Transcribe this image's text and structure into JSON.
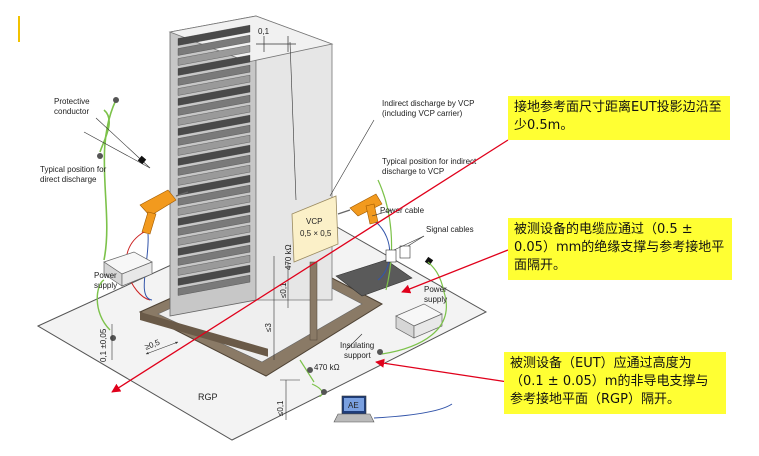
{
  "labels": {
    "protective_conductor_1": "Protective",
    "protective_conductor_2": "conductor",
    "direct_discharge_1": "Typical position for",
    "direct_discharge_2": "direct discharge",
    "indirect_vcp_1": "Indirect discharge by VCP",
    "indirect_vcp_2": "(including VCP carrier)",
    "indirect_pos_1": "Typical position for indirect",
    "indirect_pos_2": "discharge to VCP",
    "power_cable": "Power cable",
    "signal_cables": "Signal cables",
    "power_supply_left_1": "Power",
    "power_supply_left_2": "supply",
    "power_supply_right_1": "Power",
    "power_supply_right_2": "supply",
    "vcp_1": "VCP",
    "vcp_2": "0,5 × 0,5",
    "insulating_1": "Insulating",
    "insulating_2": "support",
    "resistor_470_vertical": "470 kΩ",
    "resistor_470": "470 kΩ",
    "rgp": "RGP",
    "ae": "AE"
  },
  "dimensions": {
    "d_top": "0,1",
    "d_vcp": "≤0,1",
    "d_height": "≤3",
    "d_left": "0,1 ±0,05",
    "d_min": "≥0,5",
    "d_bottom": "≤0,1"
  },
  "notes": {
    "note1": "接地参考面尺寸距离EUT投影边沿至少0.5m。",
    "note2": "被测设备的电缆应通过（0.5 ± 0.05）mm的绝缘支撑与参考接地平面隔开。",
    "note3": "被测设备（EUT）应通过高度为（0.1 ± 0.05）m的非导电支撑与参考接地平面（RGP）隔开。"
  },
  "colors": {
    "note_bg": "#ffff33",
    "arrow": "#e0001b",
    "cable_green": "#7cc24a",
    "cable_red": "#cc2222",
    "cable_blue": "#3355aa",
    "gun_orange": "#f29a1e"
  }
}
